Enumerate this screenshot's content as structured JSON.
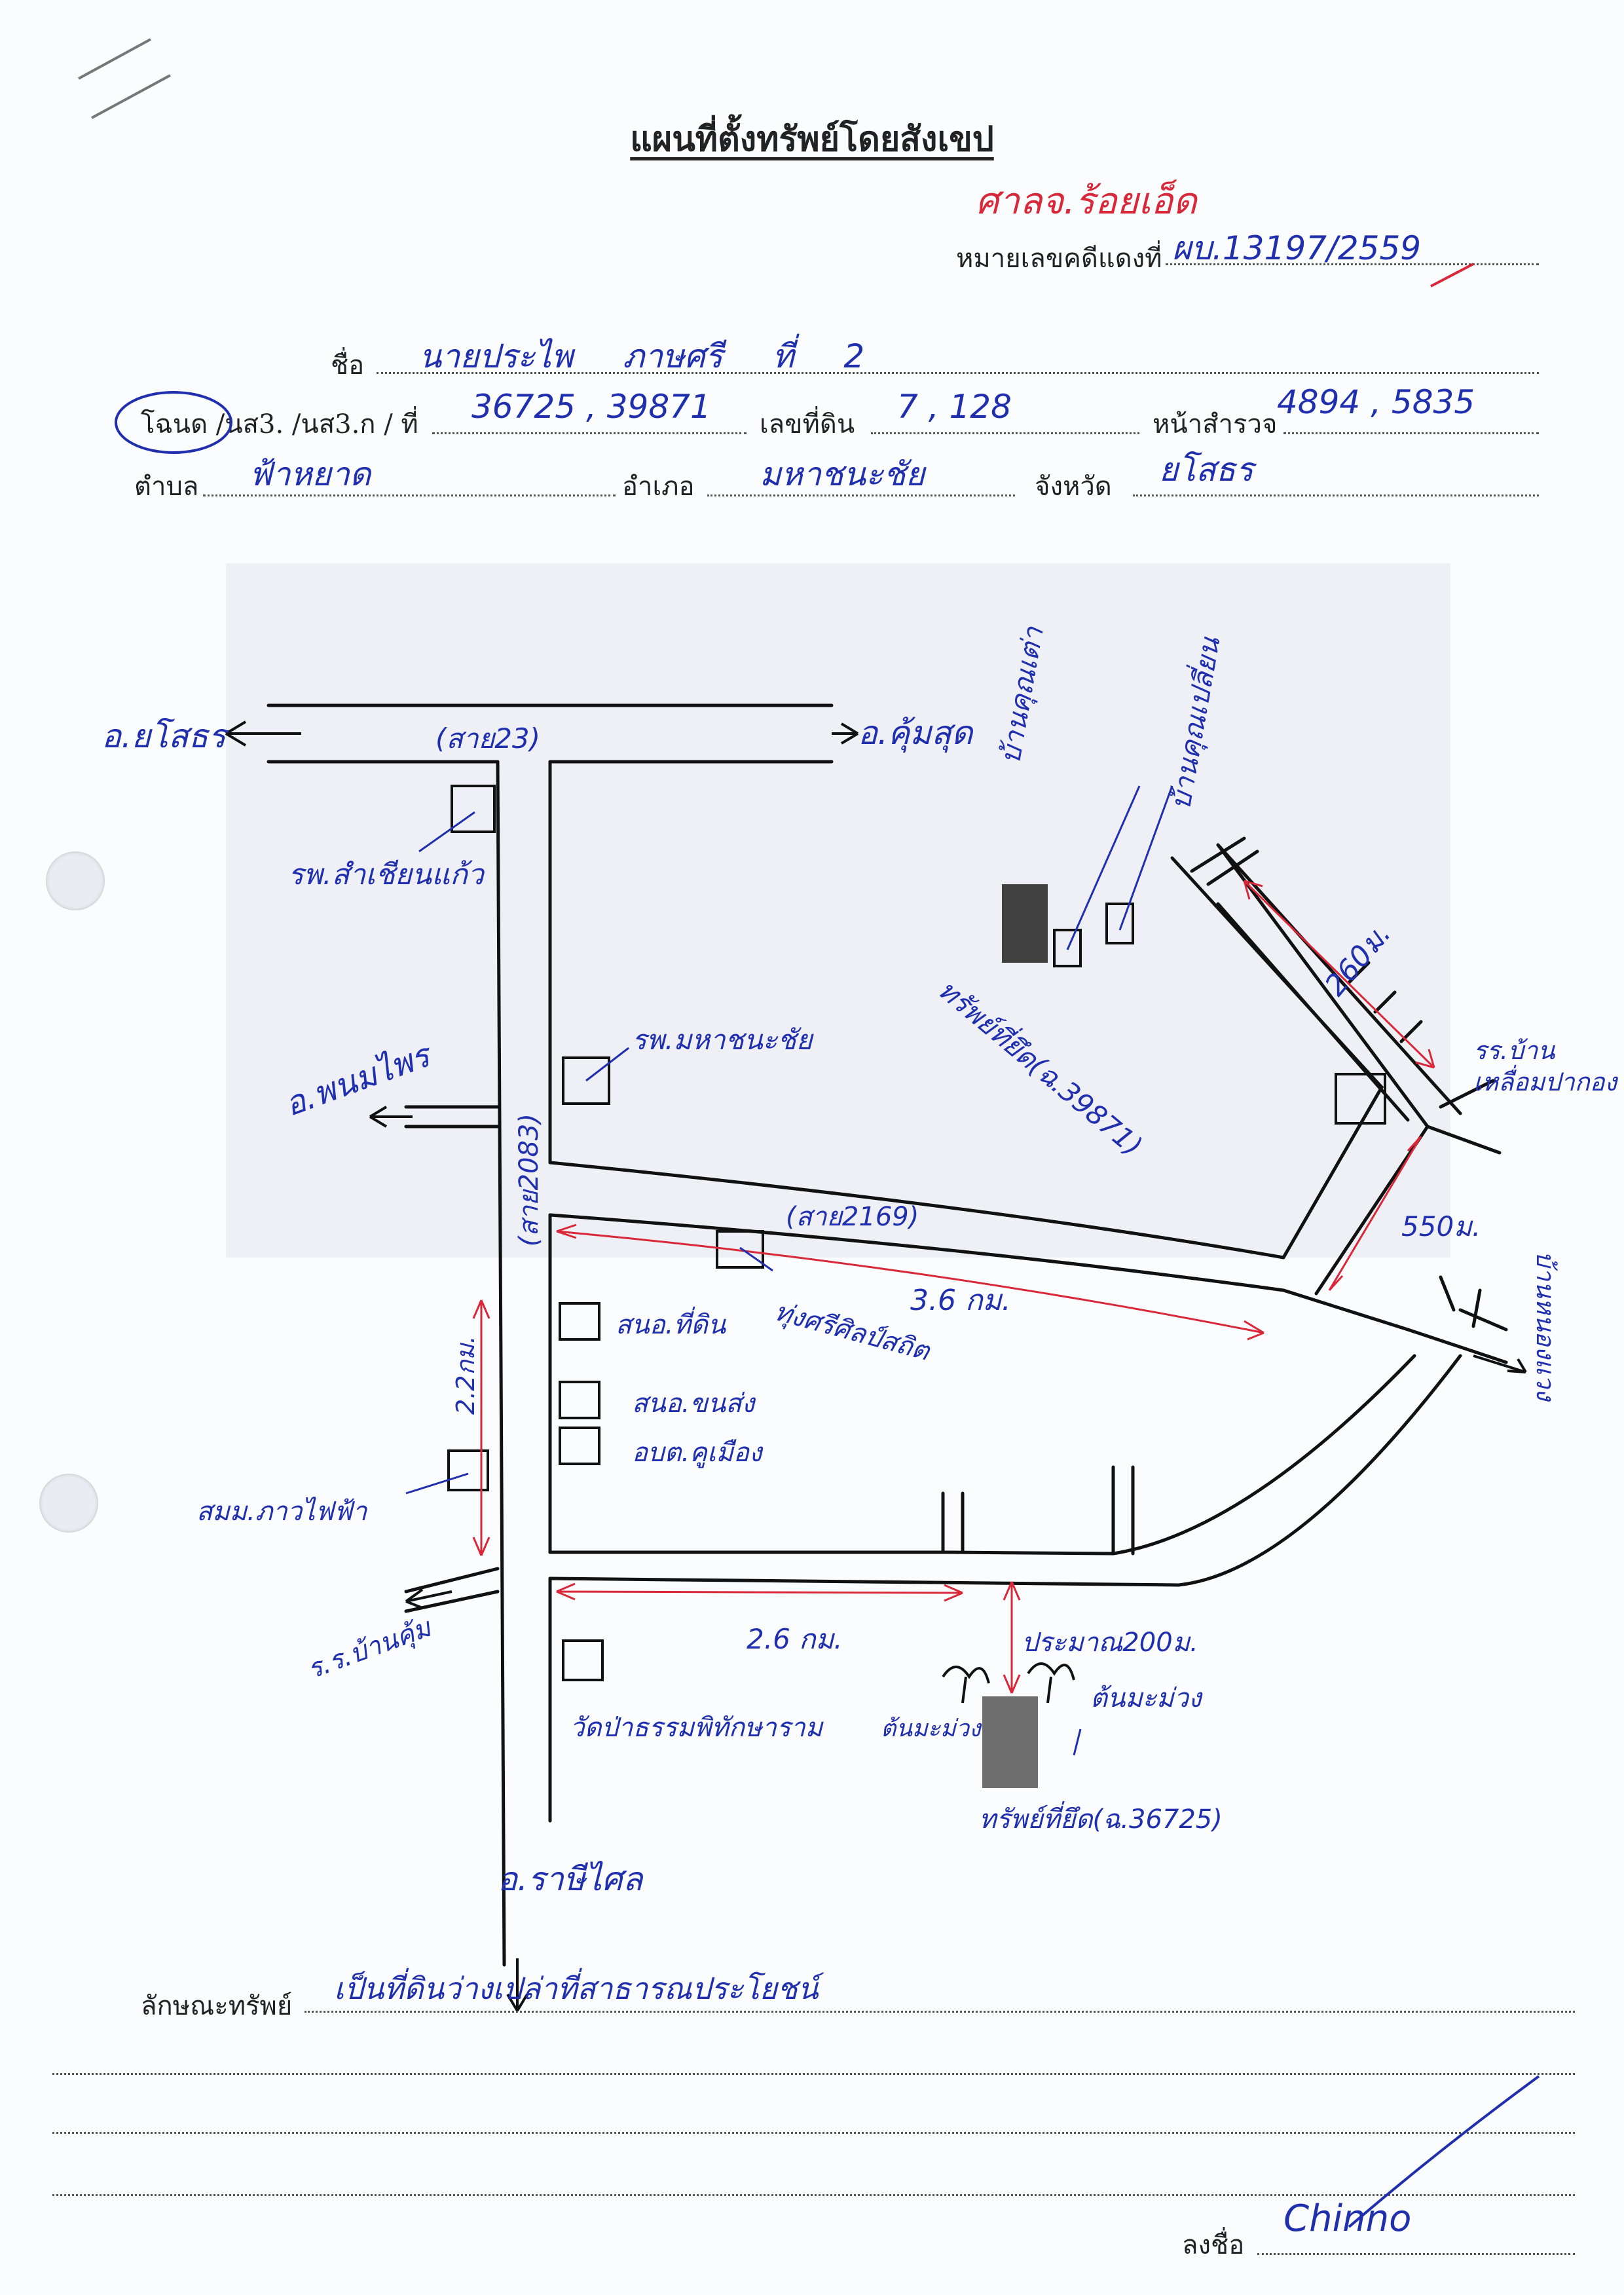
{
  "header": {
    "title": "แผนที่ตั้งทรัพย์โดยสังเขป",
    "court_note": "ศาลจ.ร้อยเอ็ด",
    "case_label": "หมายเลขคดีแดงที่",
    "case_value": "ผบ.13197/2559"
  },
  "fields": {
    "name_label": "ชื่อ",
    "name_value": "นายประไพ ภาษศรี ที่ 2",
    "deed_label": "โฉนด /นส3. /นส3.ก / ที่",
    "deed_value": "36725 , 39871",
    "land_no_label": "เลขที่ดิน",
    "land_no_value": "7 , 128",
    "survey_label": "หน้าสำรวจ",
    "survey_value": "4894 , 5835",
    "subdistrict_label": "ตำบล",
    "subdistrict_value": "ฟ้าหยาด",
    "district_label": "อำเภอ",
    "district_value": "มหาชนะชัย",
    "province_label": "จังหวัด",
    "province_value": "ยโสธร",
    "property_type_label": "ลักษณะทรัพย์",
    "property_type_value": "เป็นที่ดินว่างเปล่าที่สาธารณประโยชน์",
    "sign_label": "ลงชื่อ",
    "sign_value": "Chinno"
  },
  "map": {
    "to_yasothon": "อ.ยโสธร",
    "to_khamkhuean": "อ.คุ้มสุด",
    "road23": "(สาย23)",
    "road2083": "(สาย2083)",
    "road2169": "(สาย2169)",
    "hospital_sakhon": "รพ.สำเชียนแก้ว",
    "school_mahachana": "รพ.มหาชนะชัย",
    "to_phanomprai": "อ.พนมไพร",
    "house_tao": "บ้านคุณเต่า",
    "house_ploy": "บ้านคุณเปลี่ยน",
    "dist_260": "260ม.",
    "school_banmueang": "รร.บ้าน เหลื่อมปากอง",
    "property_39871": "ทรัพย์ที่ยึด(ฉ.39871)",
    "dist_550": "550ม.",
    "to_bankhonak": "บ้านหนองแวง",
    "dist_36": "3.6 กม.",
    "checkpoint": "ทุ่งศรีศิลป์สถิต",
    "sno_kadin": "สนอ.ที่ดิน",
    "sno_khonsong": "สนอ.ขนส่ง",
    "obt_kumueang": "อบต.คูเมือง",
    "dist_22": "2.2กม.",
    "sms_kaifa": "สมม.ภาวไฟฟ้า",
    "to_bankhum": "ร.ร.บ้านคุ้ม",
    "dist_26": "2.6 กม.",
    "dist_200": "ประมาณ200ม.",
    "mango_left": "ต้นมะม่วง",
    "mango_right": "ต้นมะม่วง",
    "wat": "วัดป่าธรรมพิทักษาราม",
    "property_36725": "ทรัพย์ที่ยึด(ฉ.36725)",
    "to_rasisalai": "อ.ราษีไศล"
  }
}
